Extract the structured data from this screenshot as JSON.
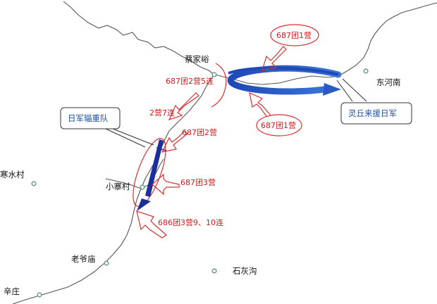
{
  "places": {
    "caijiayu": "蔡家峪",
    "donghenan": "东河南",
    "hanshuicun": "寒水村",
    "xiaozhaicun": "小寨村",
    "laoyemiao": "老爷庙",
    "shihuigou": "石灰沟",
    "xinzhuang": "辛庄"
  },
  "units": {
    "r687_1_north": "687团1营",
    "r687_1_south": "687团1营",
    "r687_2_5": "687团2营5连",
    "b2_7": "2营7连",
    "r687_2": "687团2营",
    "r687_3": "687团3营",
    "r686_3": "686团3营9、10连"
  },
  "callouts": {
    "japanese_supply": "日军辎重队",
    "lingqiu_reinforce": "灵丘来援日军"
  },
  "colors": {
    "road": "#555555",
    "attack": "#d93030",
    "enemy": "#2a5bc4",
    "enemy_dark": "#1a2f9a",
    "callout_border": "#333333",
    "callout_text": "#1f4fa0",
    "place_marker": "#6f9f86"
  }
}
